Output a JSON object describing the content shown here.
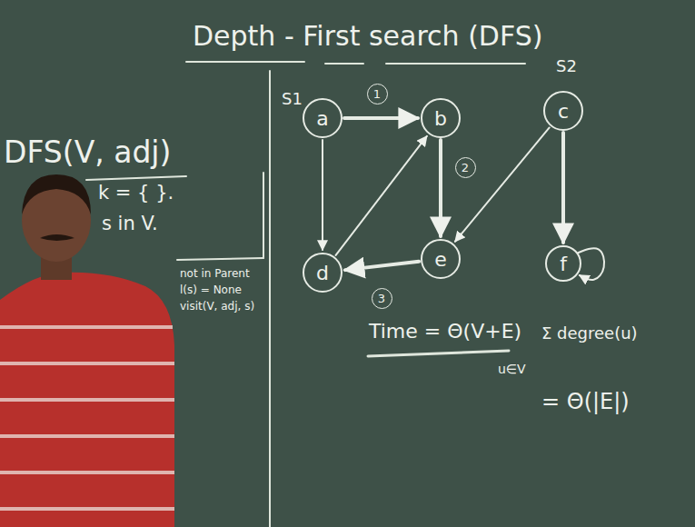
{
  "diagram": {
    "title": "Depth - First search (DFS)",
    "nodes": [
      {
        "text": [
          "a"
        ]
      },
      {
        "text": [
          "b"
        ]
      },
      {
        "text": [
          "c"
        ]
      },
      {
        "text": [
          "d"
        ]
      },
      {
        "text": [
          "e"
        ]
      },
      {
        "text": [
          "f"
        ]
      }
    ],
    "edges": [
      {
        "from": 0,
        "to": 1,
        "arrow": "to",
        "label": "1"
      },
      {
        "from": 1,
        "to": 4,
        "arrow": "to",
        "label": "2"
      },
      {
        "from": 4,
        "to": 3,
        "arrow": "to",
        "label": "3"
      },
      {
        "from": 0,
        "to": 3,
        "arrow": "to"
      },
      {
        "from": 3,
        "to": 1,
        "arrow": "to"
      },
      {
        "from": 2,
        "to": 4,
        "arrow": "to"
      },
      {
        "from": 2,
        "to": 5,
        "arrow": "to"
      },
      {
        "from": 5,
        "to": 5,
        "arrow": "to"
      }
    ],
    "labels": [
      "S1",
      "S2",
      "DFS(V, adj)",
      "k = { }.",
      "s in V.",
      "not in Parent",
      "l(s) = None",
      "visit(V, adj, s)",
      "Time = Θ(V+E)",
      "Σ degree(u)",
      "u∈V",
      "= Θ(|E|)"
    ]
  }
}
